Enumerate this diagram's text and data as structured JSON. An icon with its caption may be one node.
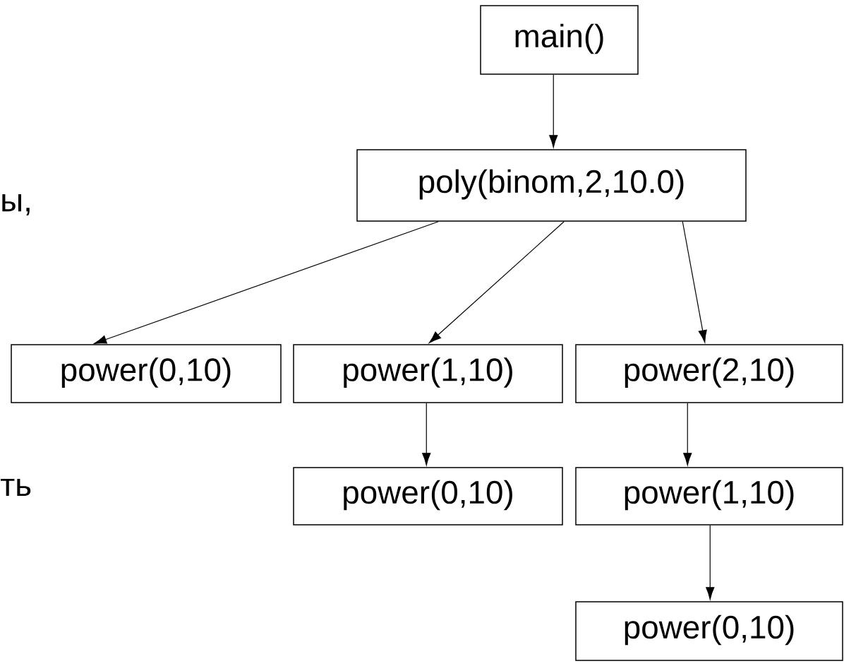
{
  "diagram": {
    "nodes": [
      {
        "text": [
          "main()"
        ]
      },
      {
        "text": [
          "poly(binom,2,10.0)"
        ]
      },
      {
        "text": [
          "power(0,10)"
        ]
      },
      {
        "text": [
          "power(1,10)"
        ]
      },
      {
        "text": [
          "power(2,10)"
        ]
      },
      {
        "text": [
          "power(0,10)"
        ]
      },
      {
        "text": [
          "power(1,10)"
        ]
      },
      {
        "text": [
          "power(0,10)"
        ]
      }
    ],
    "edges": [
      {
        "from": 0,
        "to": 1,
        "arrow": "to"
      },
      {
        "from": 1,
        "to": 2,
        "arrow": "to"
      },
      {
        "from": 1,
        "to": 3,
        "arrow": "to"
      },
      {
        "from": 1,
        "to": 4,
        "arrow": "to"
      },
      {
        "from": 3,
        "to": 5,
        "arrow": "to"
      },
      {
        "from": 4,
        "to": 6,
        "arrow": "to"
      },
      {
        "from": 6,
        "to": 7,
        "arrow": "to"
      }
    ],
    "labels": [
      "ы,",
      "ть"
    ]
  }
}
